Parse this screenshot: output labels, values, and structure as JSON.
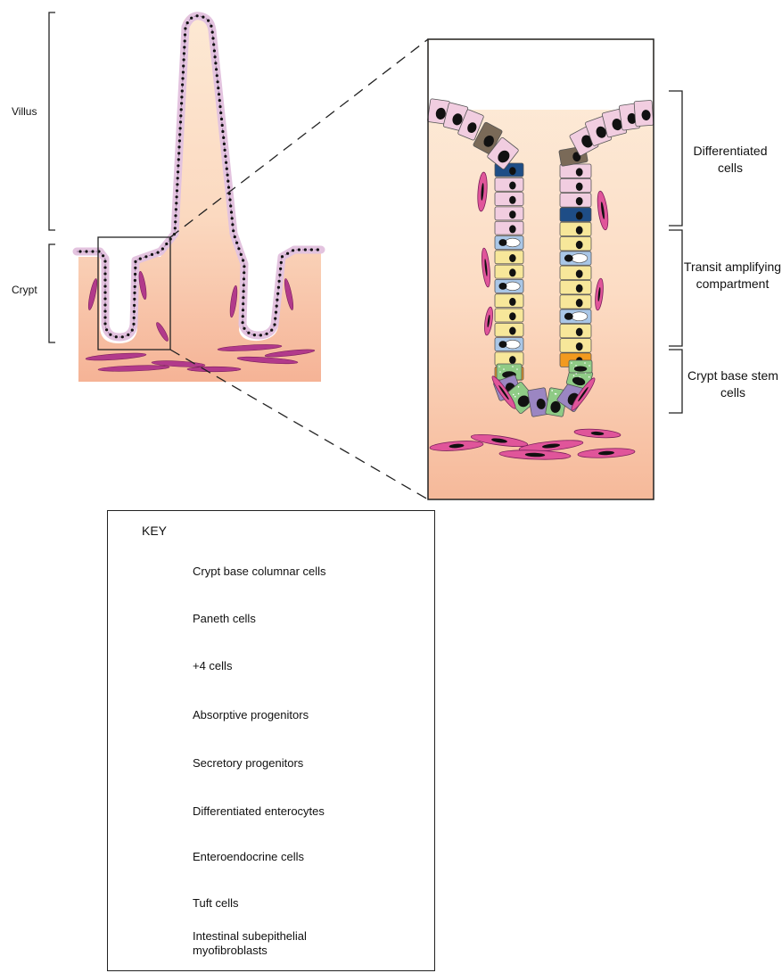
{
  "labels": {
    "villus": "Villus",
    "crypt": "Crypt",
    "differentiated_cells": "Differentiated cells",
    "transit_amplifying": "Transit amplifying compartment",
    "crypt_base_stem": "Crypt base stem cells"
  },
  "key": {
    "title": "KEY",
    "items": [
      {
        "label": "Crypt base columnar cells",
        "color": "#9b86c2",
        "icon": "crypt-base-columnar-cell-icon"
      },
      {
        "label": "Paneth cells",
        "color": "#8fcb86",
        "icon": "paneth-cell-icon"
      },
      {
        "label": "+4 cells",
        "color": "#f29a1f",
        "icon": "plus4-cell-icon"
      },
      {
        "label": "Absorptive progenitors",
        "color": "#f7e79a",
        "icon": "absorptive-progenitor-cell-icon"
      },
      {
        "label": "Secretory progenitors",
        "color": "#a9c6e6",
        "icon": "secretory-progenitor-cell-icon"
      },
      {
        "label": "Differentiated enterocytes",
        "color": "#f1cde0",
        "icon": "differentiated-enterocyte-icon"
      },
      {
        "label": "Enteroendocrine cells",
        "color": "#7a6a58",
        "icon": "enteroendocrine-cell-icon"
      },
      {
        "label": "Tuft cells",
        "color": "#1e4d86",
        "icon": "tuft-cell-icon"
      },
      {
        "label": "Intestinal subepithelial myofibroblasts",
        "color": "#e0559a",
        "icon": "myofibroblast-icon"
      }
    ]
  },
  "colors": {
    "tissue_light": "#fde8d1",
    "tissue_deep": "#f6b99a",
    "epithelium": "#e7c8e3",
    "myofibroblast": "#c0327e",
    "nucleus": "#111111"
  }
}
